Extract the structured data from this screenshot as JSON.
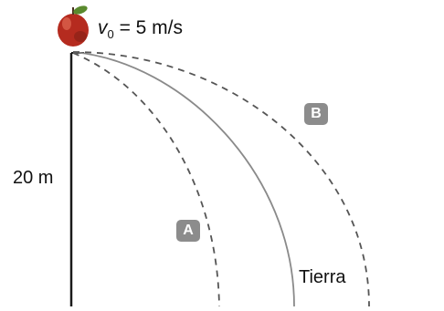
{
  "labels": {
    "velocity_symbol": "v",
    "velocity_subscript": "0",
    "velocity_value": " = 5 m/s",
    "height": "20 m",
    "earth_trajectory": "Tierra"
  },
  "badges": {
    "a": "A",
    "b": "B"
  },
  "icons": {
    "apple": "apple-icon"
  },
  "colors": {
    "badge_fill": "#8c8c8c",
    "earth_curve": "#8a8a8a",
    "dashed_curves": "#555555",
    "cliff_line": "#1a1a1a",
    "apple_red": "#b52b1f",
    "apple_leaf": "#5a8a2e"
  }
}
